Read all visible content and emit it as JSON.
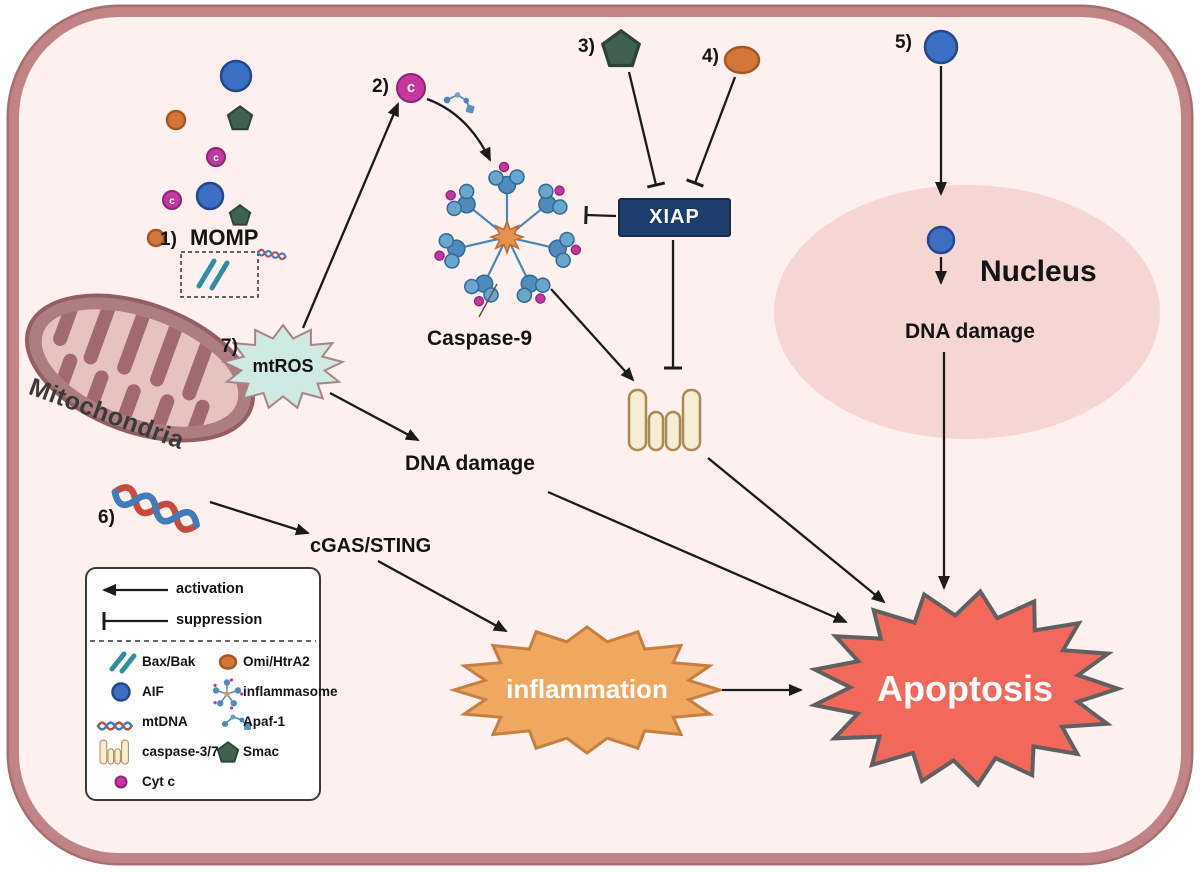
{
  "colors": {
    "cell_border": "#c08486",
    "cell_fill": "#fdf0ee",
    "nucleus_fill": "#f5d6d3",
    "mito_outer": "#ad7d80",
    "mito_inner": "#e7c3c0",
    "mito_cristae": "#a06a70",
    "mtros_fill": "#cfe9e3",
    "xiap_fill": "#1e3c6e",
    "apoptosis_fill": "#f2695c",
    "apoptosis_border": "#606060",
    "inflammation_fill": "#f0a75f",
    "inflammation_border": "#c77f3f",
    "smac_green": "#41604d",
    "omi_orange": "#d2763a",
    "aif_blue": "#3a6fc4",
    "cytc_magenta": "#c3379f",
    "caspase_tan_fill": "#f7ecd4",
    "caspase_tan_border": "#a98a52",
    "baxbak_teal": "#2e8fa3",
    "apoptosome_blue": "#4a87b8",
    "mtdna_red": "#c74a3c",
    "mtdna_blue": "#3f7cb8"
  },
  "steps": {
    "s1": "1)",
    "s2": "2)",
    "s3": "3)",
    "s4": "4)",
    "s5": "5)",
    "s6": "6)",
    "s7": "7)"
  },
  "labels": {
    "momp": "MOMP",
    "mitochondria": "Mitochondria",
    "mtros": "mtROS",
    "cytc_letter": "c",
    "caspase9": "Caspase-9",
    "xiap": "XIAP",
    "nucleus": "Nucleus",
    "dna_damage_nucleus": "DNA damage",
    "dna_damage_cytosol": "DNA damage",
    "cgas_sting": "cGAS/STING",
    "inflammation": "inflammation",
    "apoptosis": "Apoptosis"
  },
  "legend": {
    "activation": "activation",
    "suppression": "suppression",
    "items": [
      {
        "icon": "bax-bak-icon",
        "label": "Bax/Bak"
      },
      {
        "icon": "omi-icon",
        "label": "Omi/HtrA2"
      },
      {
        "icon": "aif-icon",
        "label": "AIF"
      },
      {
        "icon": "inflammasome-icon",
        "label": "inflammasome"
      },
      {
        "icon": "mtdna-icon",
        "label": "mtDNA"
      },
      {
        "icon": "apaf1-icon",
        "label": "Apaf-1"
      },
      {
        "icon": "caspase37-icon",
        "label": "caspase-3/7"
      },
      {
        "icon": "smac-icon",
        "label": "Smac"
      },
      {
        "icon": "cytc-icon",
        "label": "Cyt c"
      }
    ]
  }
}
